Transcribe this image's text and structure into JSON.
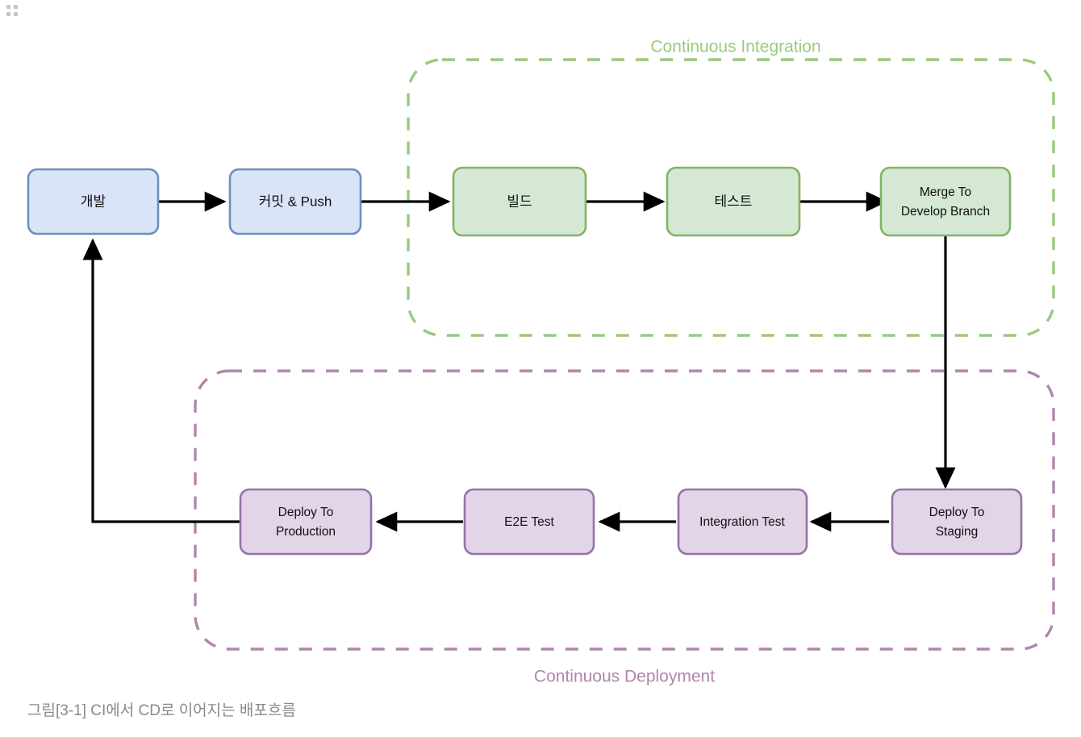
{
  "document": {
    "caption": "그림[3-1] CI에서 CD로 이어지는 배포흐름",
    "drag_handle_icon": "drag-dots-icon"
  },
  "colors": {
    "blue_fill": "#dae4f7",
    "blue_stroke": "#6c8ebf",
    "green_fill": "#d5e8d4",
    "green_stroke": "#82b366",
    "purple_fill": "#e1d5e7",
    "purple_stroke": "#9673a6",
    "ci_zone": "#9ac97e",
    "cd_zone": "#b085ae",
    "edge": "#000000",
    "caption_text": "#8a8a8a"
  },
  "zones": [
    {
      "id": "ci",
      "label": "Continuous Integration",
      "label_position": "top"
    },
    {
      "id": "cd",
      "label": "Continuous Deployment",
      "label_position": "bottom"
    }
  ],
  "nodes": [
    {
      "id": "dev",
      "label": "개발",
      "lines": [
        "개발"
      ],
      "group": "none",
      "color": "blue"
    },
    {
      "id": "commit",
      "label": "커밋 & Push",
      "lines": [
        "커밋 & Push"
      ],
      "group": "none",
      "color": "blue"
    },
    {
      "id": "build",
      "label": "빌드",
      "lines": [
        "빌드"
      ],
      "group": "ci",
      "color": "green"
    },
    {
      "id": "test",
      "label": "테스트",
      "lines": [
        "테스트"
      ],
      "group": "ci",
      "color": "green"
    },
    {
      "id": "merge",
      "label": "Merge To Develop Branch",
      "lines": [
        "Merge To",
        "Develop Branch"
      ],
      "group": "ci",
      "color": "green"
    },
    {
      "id": "staging",
      "label": "Deploy To Staging",
      "lines": [
        "Deploy To",
        "Staging"
      ],
      "group": "cd",
      "color": "purple"
    },
    {
      "id": "integ",
      "label": "Integration Test",
      "lines": [
        "Integration Test"
      ],
      "group": "cd",
      "color": "purple"
    },
    {
      "id": "e2e",
      "label": "E2E Test",
      "lines": [
        "E2E Test"
      ],
      "group": "cd",
      "color": "purple"
    },
    {
      "id": "production",
      "label": "Deploy To Production",
      "lines": [
        "Deploy To",
        "Production"
      ],
      "group": "cd",
      "color": "purple"
    }
  ],
  "edges": [
    {
      "from": "dev",
      "to": "commit",
      "kind": "straight"
    },
    {
      "from": "commit",
      "to": "build",
      "kind": "straight"
    },
    {
      "from": "build",
      "to": "test",
      "kind": "straight"
    },
    {
      "from": "test",
      "to": "merge",
      "kind": "straight"
    },
    {
      "from": "merge",
      "to": "staging",
      "kind": "vertical"
    },
    {
      "from": "staging",
      "to": "integ",
      "kind": "straight-left"
    },
    {
      "from": "integ",
      "to": "e2e",
      "kind": "straight-left"
    },
    {
      "from": "e2e",
      "to": "production",
      "kind": "straight-left"
    },
    {
      "from": "production",
      "to": "dev",
      "kind": "feedback-loop"
    }
  ]
}
